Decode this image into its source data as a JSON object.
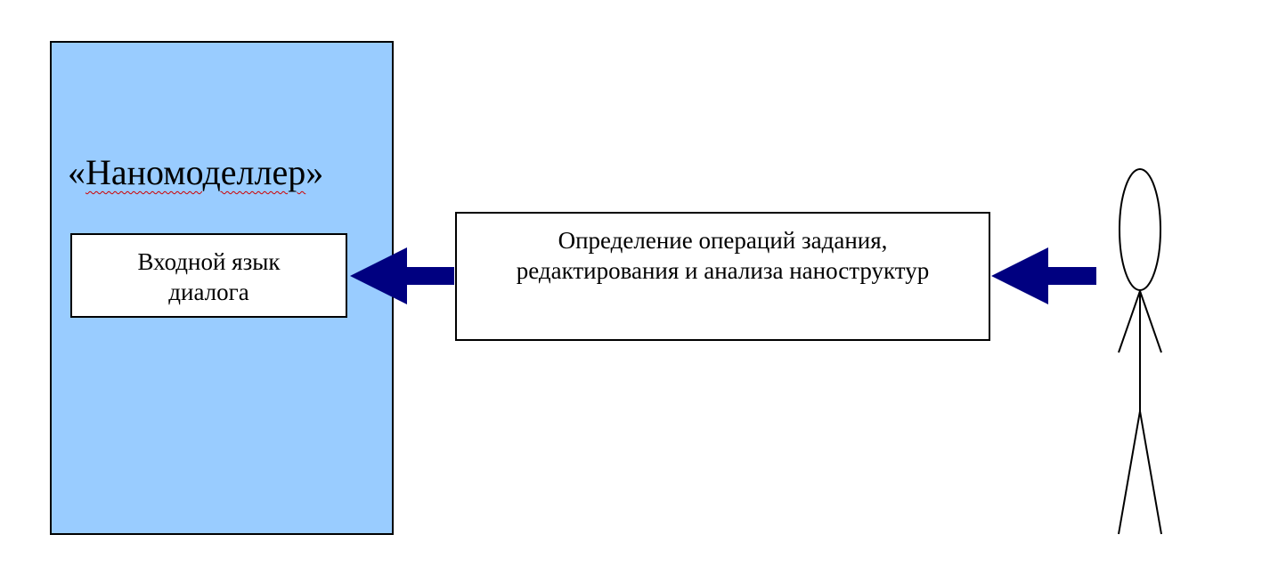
{
  "system": {
    "title_open": "«",
    "title_word": "Наномоделлер",
    "title_close": "»",
    "component": {
      "line1": "Входной язык",
      "line2": "диалога"
    }
  },
  "operations": {
    "line1": "Определение операций задания,",
    "line2": "редактирования и анализа наноструктур"
  },
  "colors": {
    "system_fill": "#99ccff",
    "arrow_fill": "#000080",
    "border": "#000000"
  }
}
